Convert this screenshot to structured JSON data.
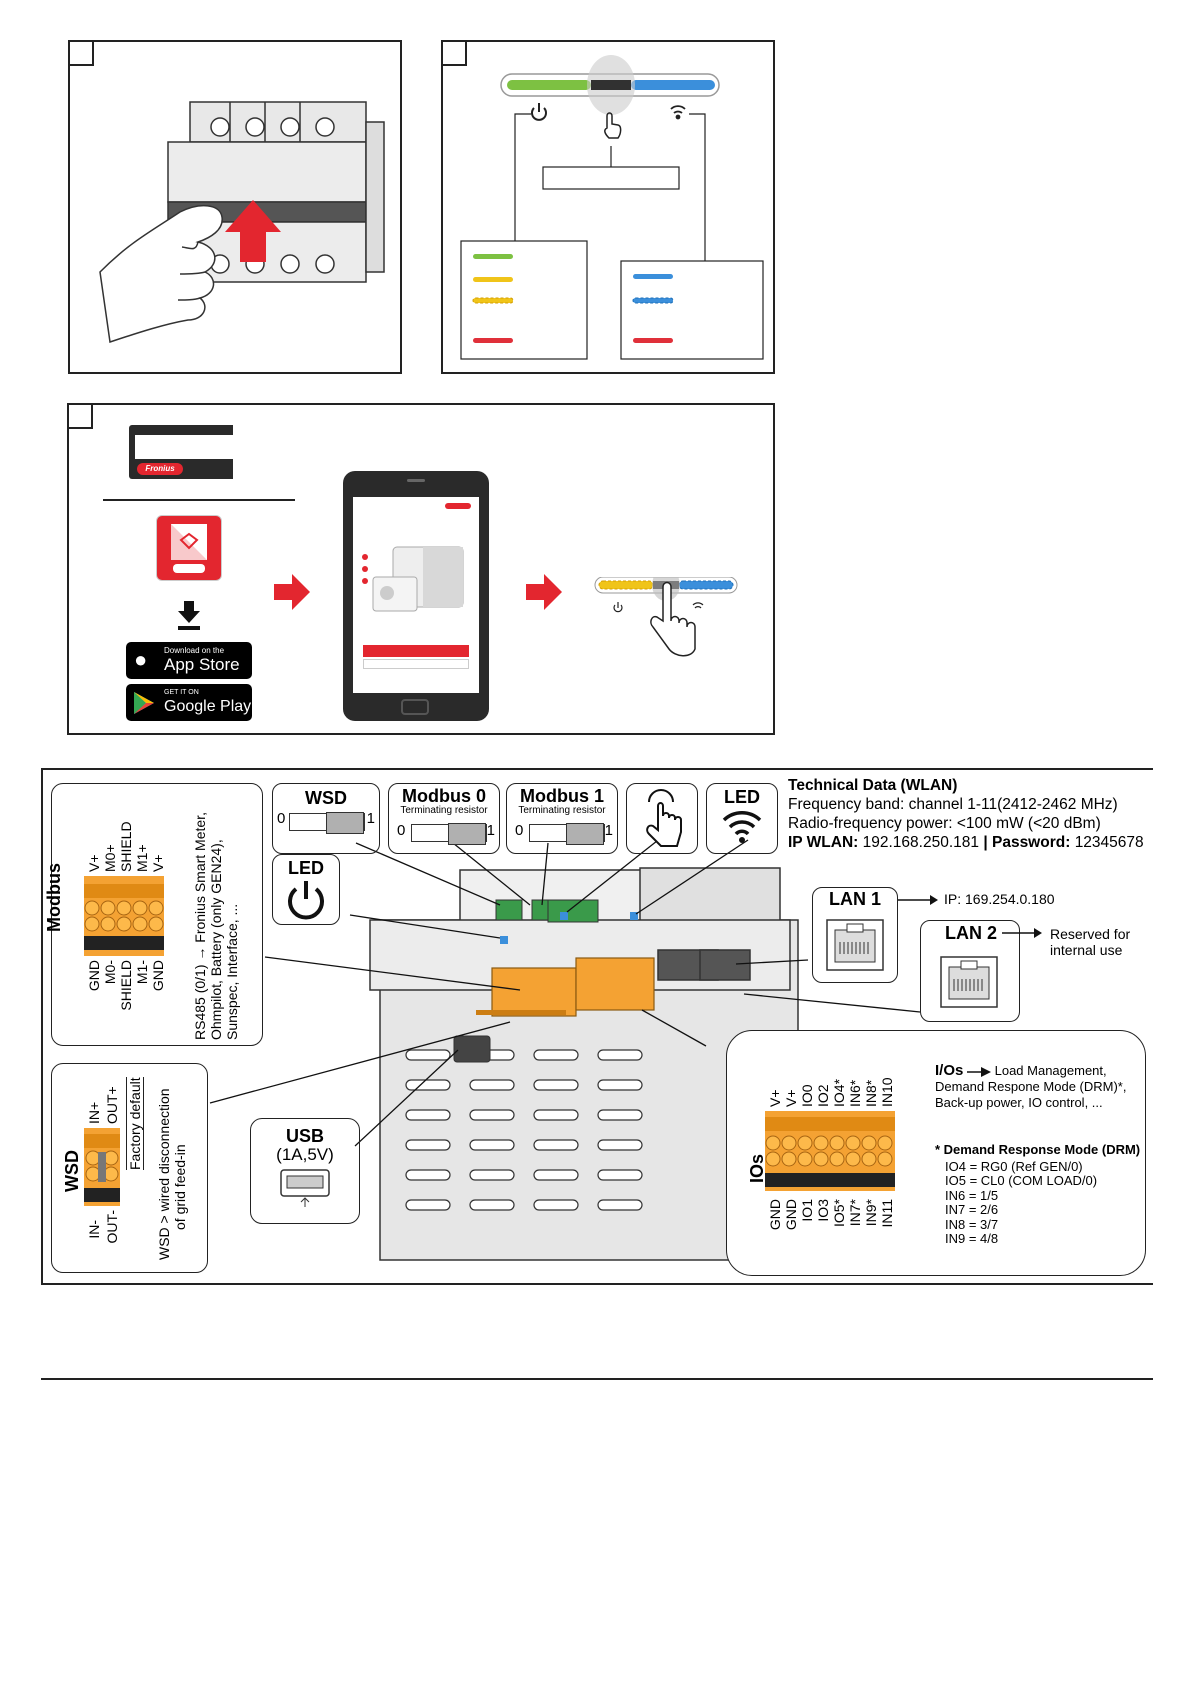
{
  "panel3": {
    "fronius_logo": "Fronius",
    "appstore": {
      "small": "Download on the",
      "big": "App Store"
    },
    "googleplay": {
      "small": "GET IT ON",
      "big": "Google Play"
    }
  },
  "board": {
    "wsd_switch": {
      "title": "WSD",
      "left": "0",
      "right": "1"
    },
    "modbus0": {
      "title": "Modbus 0",
      "sub": "Terminating resistor",
      "left": "0",
      "right": "1"
    },
    "modbus1": {
      "title": "Modbus 1",
      "sub": "Terminating resistor",
      "left": "0",
      "right": "1"
    },
    "led_wifi_title": "LED",
    "led_power_title": "LED",
    "tech": {
      "title": "Technical Data (WLAN)",
      "line1": "Frequency band: channel 1-11(2412-2462 MHz)",
      "line2": "Radio-frequency power: <100 mW (<20 dBm)",
      "ip_label": "IP WLAN:",
      "ip_value": "192.168.250.181",
      "sep": "|",
      "pw_label": "Password:",
      "pw_value": "12345678"
    },
    "lan1": {
      "title": "LAN 1",
      "note": "IP: 169.254.0.180"
    },
    "lan2": {
      "title": "LAN 2",
      "note1": "Reserved for",
      "note2": "internal use"
    },
    "modbus_box": {
      "title": "Modbus",
      "top_pins": [
        "V+",
        "M0+",
        "SHIELD",
        "M1+",
        "V+"
      ],
      "bottom_pins": [
        "GND",
        "M0-",
        "SHIELD",
        "M1-",
        "GND"
      ],
      "desc1": "RS485 (0/1) → Fronius Smart Meter,",
      "desc2": "Ohmpilot, Battery (only GEN24),",
      "desc3": "Sunspec, Interface, ..."
    },
    "wsd_box": {
      "title": "WSD",
      "top_pins": [
        "IN+",
        "OUT+"
      ],
      "bottom_pins": [
        "IN-",
        "OUT-"
      ],
      "factory": "Factory default",
      "desc1": "WSD > wired disconnection",
      "desc2": "of grid feed-in"
    },
    "usb": {
      "title": "USB",
      "sub": "(1A,5V)"
    },
    "ios_box": {
      "title": "IOs",
      "top_pins": [
        "V+",
        "V+",
        "IO0",
        "IO2",
        "IO4*",
        "IN6*",
        "IN8*",
        "IN10"
      ],
      "bottom_pins": [
        "GND",
        "GND",
        "IO1",
        "IO3",
        "IO5*",
        "IN7*",
        "IN9*",
        "IN11"
      ],
      "ios_label": "I/Os",
      "ios_desc1": "Load Management,",
      "ios_desc2": "Demand Respone Mode (DRM)*,",
      "ios_desc3": "Back-up power, IO control, ...",
      "drm_title": "* Demand Response Mode (DRM)",
      "drm_lines": [
        "IO4 = RG0 (Ref GEN/0)",
        "IO5 = CL0 (COM LOAD/0)",
        "IN6 = 1/5",
        "IN7 = 2/6",
        "IN8 = 3/7",
        "IN9 = 4/8"
      ]
    }
  },
  "colors": {
    "green": "#7dc142",
    "yellow": "#f0c419",
    "blue": "#3b8fdb",
    "red": "#e0303a",
    "orange": "#f4a233",
    "brand_red": "#e3262f"
  }
}
